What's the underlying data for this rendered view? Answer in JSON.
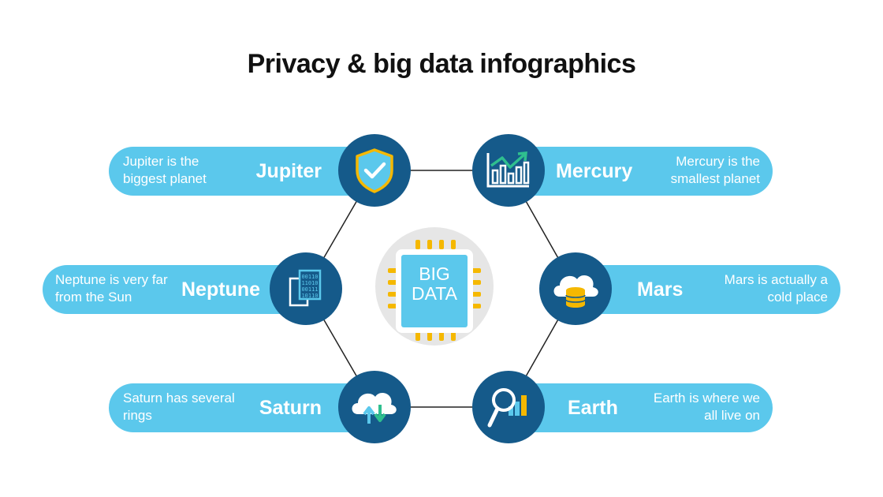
{
  "title": "Privacy & big data infographics",
  "center": {
    "line1": "BIG",
    "line2": "DATA",
    "icon": "microchip-icon"
  },
  "colors": {
    "pill": "#5bc8ec",
    "circle": "#155a8a",
    "accent": "#f5b800",
    "center_bg": "#e6e6e6"
  },
  "items": [
    {
      "id": "jupiter",
      "name": "Jupiter",
      "desc": "Jupiter is the biggest planet",
      "icon": "shield-check-icon"
    },
    {
      "id": "mercury",
      "name": "Mercury",
      "desc": "Mercury is the smallest planet",
      "icon": "growth-chart-icon"
    },
    {
      "id": "neptune",
      "name": "Neptune",
      "desc": "Neptune is very far from the Sun",
      "icon": "binary-documents-icon"
    },
    {
      "id": "mars",
      "name": "Mars",
      "desc": "Mars is actually a cold place",
      "icon": "cloud-database-icon"
    },
    {
      "id": "saturn",
      "name": "Saturn",
      "desc": "Saturn has several rings",
      "icon": "cloud-transfer-icon"
    },
    {
      "id": "earth",
      "name": "Earth",
      "desc": "Earth is where we all live on",
      "icon": "search-analytics-icon"
    }
  ]
}
